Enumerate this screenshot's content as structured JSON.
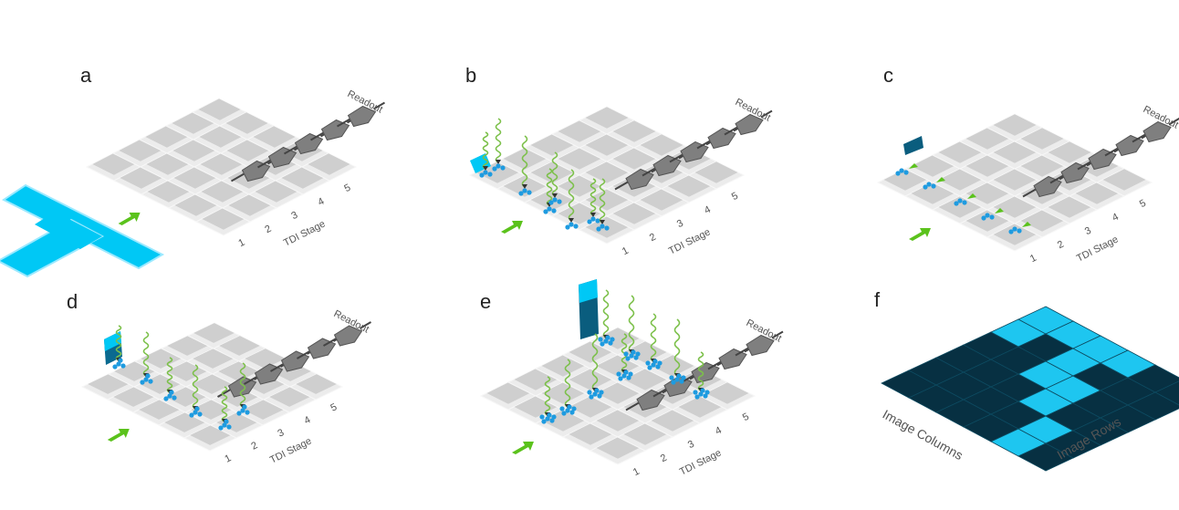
{
  "panels": [
    {
      "label": "a",
      "readout": "Readout",
      "stage_label": "TDI Stage",
      "stage_numbers": [
        "1",
        "2",
        "3",
        "4",
        "5"
      ]
    },
    {
      "label": "b",
      "readout": "Readout",
      "stage_label": "TDI Stage",
      "stage_numbers": [
        "1",
        "2",
        "3",
        "4",
        "5"
      ]
    },
    {
      "label": "c",
      "readout": "Readout",
      "stage_label": "TDI Stage",
      "stage_numbers": [
        "1",
        "2",
        "3",
        "4",
        "5"
      ]
    },
    {
      "label": "d",
      "readout": "Readout",
      "stage_label": "TDI Stage",
      "stage_numbers": [
        "1",
        "2",
        "3",
        "4",
        "5"
      ]
    },
    {
      "label": "e",
      "readout": "Readout",
      "stage_label": "TDI Stage",
      "stage_numbers": [
        "1",
        "2",
        "3",
        "4",
        "5"
      ]
    },
    {
      "label": "f",
      "columns_label": "Image Columns",
      "rows_label": "Image Rows"
    }
  ],
  "colors": {
    "cell_top": "#cfcfcf",
    "cell_base": "#ececec",
    "amplifier": "#7f7f7f",
    "arrow": "#5bc21c",
    "object": "#00c8f5",
    "electron": "#1e9be0",
    "photon": "#7cc04a",
    "image_dark": "#073042",
    "image_bright": "#1ec6f0"
  },
  "icons": [
    "amplifier-icon",
    "motion-arrow-icon",
    "photon-wave-icon",
    "electron-dot-icon"
  ]
}
